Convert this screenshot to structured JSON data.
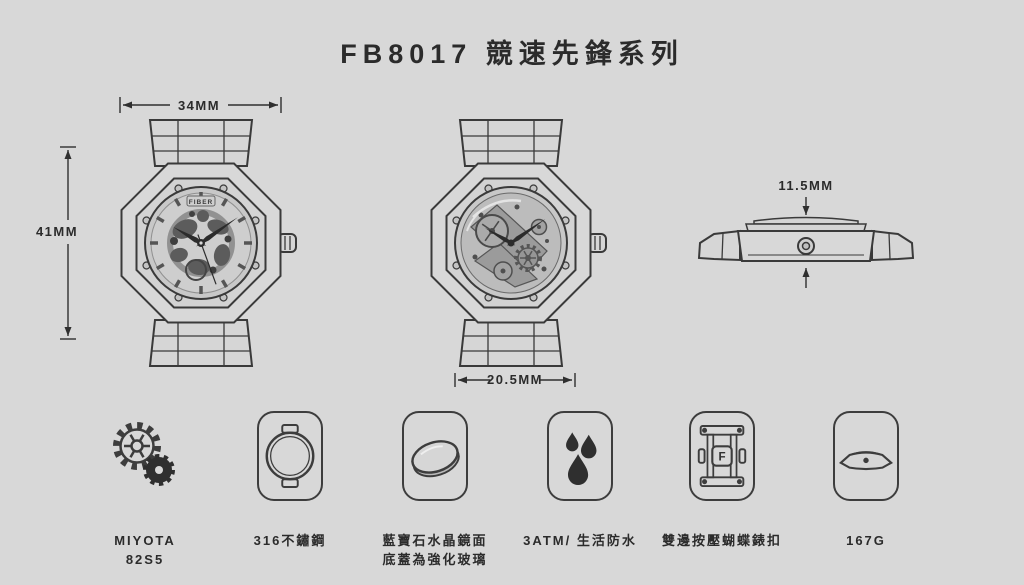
{
  "page": {
    "title": "FB8017 競速先鋒系列",
    "background": "#d8d8d8",
    "line_color": "#3a3a3a"
  },
  "watch": {
    "brand_logo": "FIBER"
  },
  "dimensions": {
    "front_width": "34MM",
    "front_height": "41MM",
    "lug_width": "20.5MM",
    "thickness": "11.5MM"
  },
  "specs": [
    {
      "id": "movement",
      "icon": "gears-icon",
      "lines": [
        "MIYOTA",
        "82S5"
      ]
    },
    {
      "id": "case-material",
      "icon": "watch-case-icon",
      "lines": [
        "316不鏽鋼"
      ]
    },
    {
      "id": "crystal",
      "icon": "crystal-lens-icon",
      "lines": [
        "藍寶石水晶鏡面",
        "底蓋為強化玻璃"
      ]
    },
    {
      "id": "water-resistance",
      "icon": "water-drops-icon",
      "lines": [
        "3ATM/ 生活防水"
      ]
    },
    {
      "id": "clasp",
      "icon": "butterfly-clasp-icon",
      "lines": [
        "雙邊按壓蝴蝶錶扣"
      ],
      "icon_letter": "F"
    },
    {
      "id": "weight",
      "icon": "watch-side-profile-icon",
      "lines": [
        "167G"
      ]
    }
  ]
}
